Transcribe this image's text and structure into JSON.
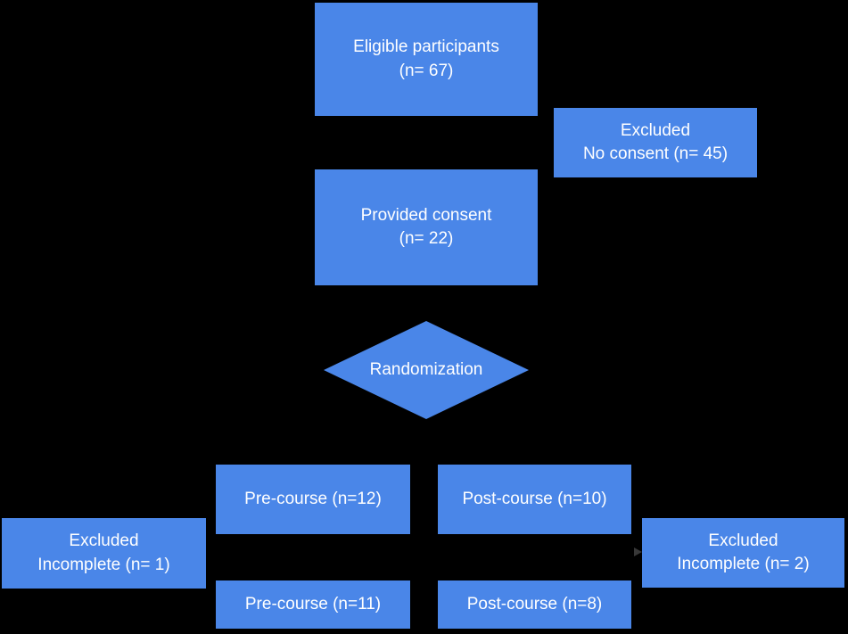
{
  "colors": {
    "background": "#000000",
    "node_fill": "#4a86e8",
    "text": "#ffffff",
    "arrow": "#383838"
  },
  "diagram": {
    "type": "flowchart",
    "nodes": {
      "eligible": {
        "line1": "Eligible participants",
        "line2": "(n= 67)"
      },
      "excluded_no_consent": {
        "line1": "Excluded",
        "line2": "No consent (n= 45)"
      },
      "provided_consent": {
        "line1": "Provided consent",
        "line2": "(n= 22)"
      },
      "randomization": {
        "label": "Randomization"
      },
      "pre_course_top": {
        "label": "Pre-course (n=12)"
      },
      "post_course_top": {
        "label": "Post-course (n=10)"
      },
      "excluded_incomplete_left": {
        "line1": "Excluded",
        "line2": "Incomplete (n= 1)"
      },
      "excluded_incomplete_right": {
        "line1": "Excluded",
        "line2": "Incomplete (n= 2)"
      },
      "pre_course_bottom": {
        "label": "Pre-course (n=11)"
      },
      "post_course_bottom": {
        "label": "Post-course (n=8)"
      }
    }
  }
}
